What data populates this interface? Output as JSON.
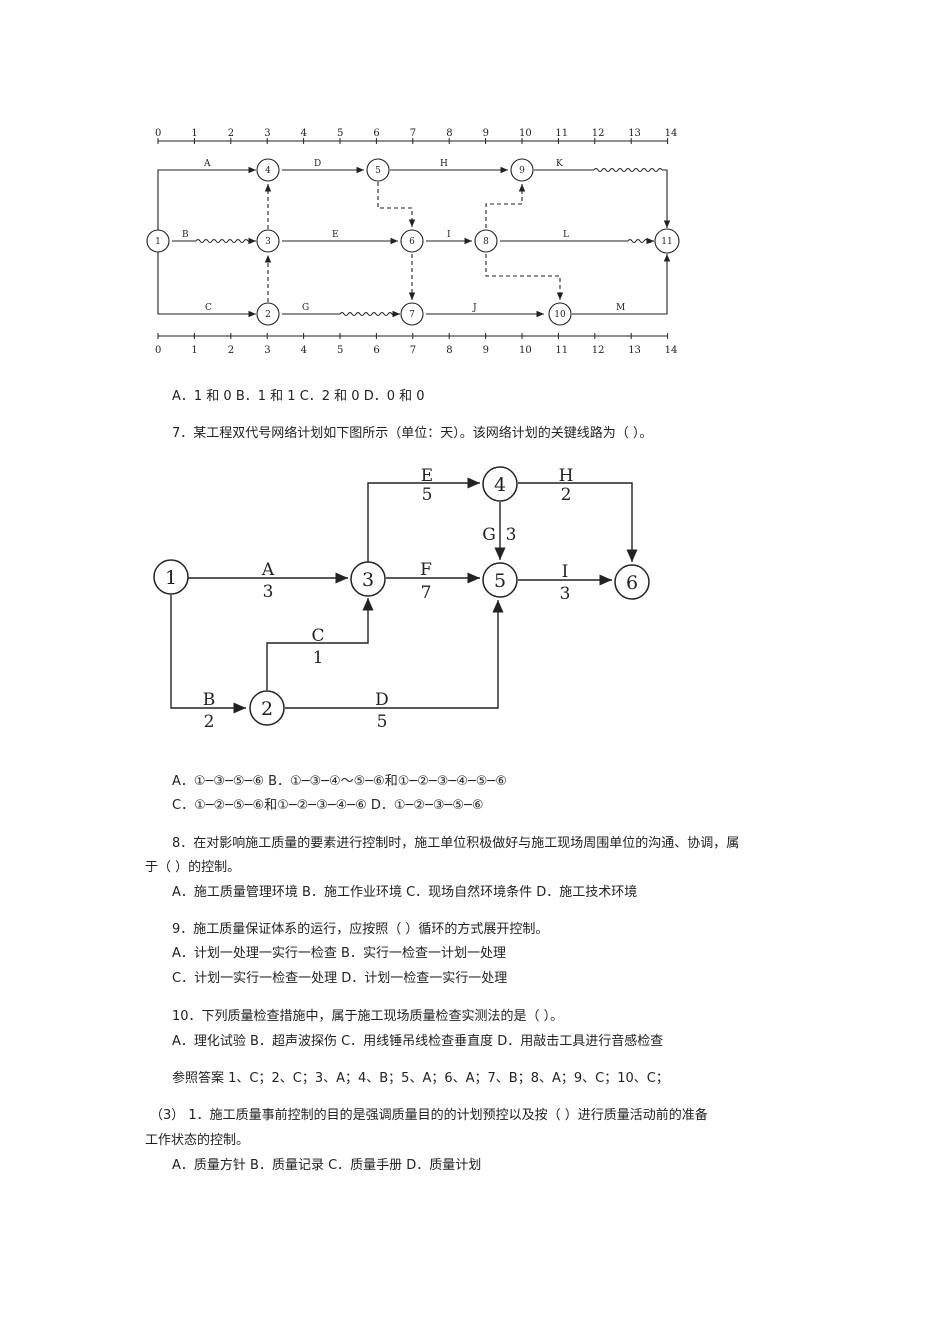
{
  "figure1": {
    "timescale": [
      "0",
      "1",
      "2",
      "3",
      "4",
      "5",
      "6",
      "7",
      "8",
      "9",
      "10",
      "11",
      "12",
      "13",
      "14"
    ],
    "nodes": [
      {
        "id": "1",
        "label": "1"
      },
      {
        "id": "2",
        "label": "2"
      },
      {
        "id": "3",
        "label": "3"
      },
      {
        "id": "4",
        "label": "4"
      },
      {
        "id": "5",
        "label": "5"
      },
      {
        "id": "6",
        "label": "6"
      },
      {
        "id": "7",
        "label": "7"
      },
      {
        "id": "8",
        "label": "8"
      },
      {
        "id": "9",
        "label": "9"
      },
      {
        "id": "10",
        "label": "10"
      },
      {
        "id": "11",
        "label": "11"
      }
    ],
    "activities": {
      "A": "A",
      "B": "B",
      "C": "C",
      "D": "D",
      "E": "E",
      "G": "G",
      "H": "H",
      "I": "I",
      "J": "J",
      "K": "K",
      "L": "L",
      "M": "M"
    }
  },
  "q6_options": "A．1 和 0   B．1 和 1   C．2 和 0   D．0 和 0",
  "q7": {
    "question": "7．某工程双代号网络计划如下图所示（单位：天）。该网络计划的关键线路为（     ）。",
    "figure": {
      "nodes": [
        "1",
        "2",
        "3",
        "4",
        "5",
        "6"
      ],
      "activities": [
        {
          "name": "A",
          "duration": "3"
        },
        {
          "name": "B",
          "duration": "2"
        },
        {
          "name": "C",
          "duration": "1"
        },
        {
          "name": "D",
          "duration": "5"
        },
        {
          "name": "E",
          "duration": "5"
        },
        {
          "name": "F",
          "duration": "7"
        },
        {
          "name": "G",
          "duration": "3"
        },
        {
          "name": "H",
          "duration": "2"
        },
        {
          "name": "I",
          "duration": "3"
        }
      ]
    },
    "options_line1": "A．①─③─⑤─⑥   B．①─③─④～⑤─⑥和①─②─③─④─⑤─⑥",
    "options_line2": "C．①─②─⑤─⑥和①─②─③─④─⑥   D．①─②─③─⑤─⑥"
  },
  "q8": {
    "question_line1": "8．在对影响施工质量的要素进行控制时，施工单位积极做好与施工现场周围单位的沟通、协调，属",
    "question_line2": "于（              ）的控制。",
    "options": "A．施工质量管理环境   B．施工作业环境   C．现场自然环境条件 D．施工技术环境"
  },
  "q9": {
    "question": "9．施工质量保证体系的运行，应按照（     ）循环的方式展开控制。",
    "options_line1": "A．计划一处理一实行一检查   B．实行一检查一计划一处理",
    "options_line2": "C．计划一实行一检查一处理   D．计划一检查一实行一处理"
  },
  "q10": {
    "question": "10．下列质量检查措施中，属于施工现场质量检查实测法的是（     ）。",
    "options": "A．理化试验   B．超声波探伤   C．用线锤吊线检查垂直度   D．用敲击工具进行音感检查"
  },
  "answers": "参照答案    1、C；2、C；3、A；4、B；5、A；6、A；7、B；8、A；9、C；10、C；",
  "section3": {
    "q1_line1": "（3）    1．施工质量事前控制的目的是强调质量目的的计划预控以及按（     ）进行质量活动前的准备",
    "q1_line2": "工作状态的控制。",
    "options": "A．质量方针   B．质量记录   C．质量手册   D．质量计划"
  }
}
